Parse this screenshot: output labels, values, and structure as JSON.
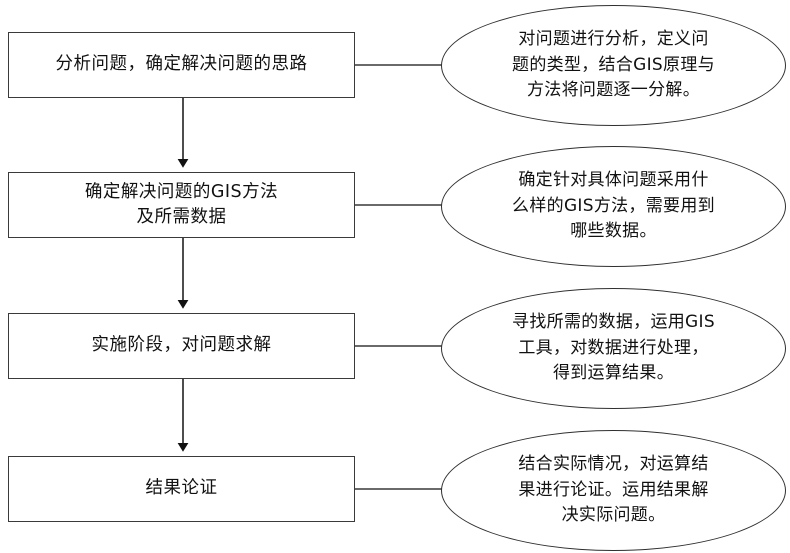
{
  "diagram": {
    "title": "GIS problem-solving flowchart",
    "stroke_color": "#333333",
    "background_color": "#ffffff",
    "text_color": "#111111",
    "steps": [
      {
        "id": "step-1",
        "box_label": "分析问题，确定解决问题的思路",
        "note_label": "对问题进行分析，定义问\n题的类型，结合GIS原理与\n方法将问题逐一分解。"
      },
      {
        "id": "step-2",
        "box_label": "确定解决问题的GIS方法\n及所需数据",
        "note_label": "确定针对具体问题采用什\n么样的GIS方法，需要用到\n哪些数据。"
      },
      {
        "id": "step-3",
        "box_label": "实施阶段，对问题求解",
        "note_label": "寻找所需的数据，运用GIS\n工具，对数据进行处理，\n得到运算结果。"
      },
      {
        "id": "step-4",
        "box_label": "结果论证",
        "note_label": "结合实际情况，对运算结\n果进行论证。运用结果解\n决实际问题。"
      }
    ]
  }
}
